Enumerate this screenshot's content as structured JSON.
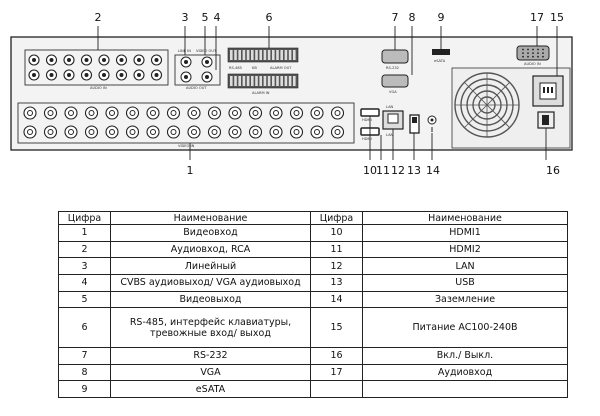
{
  "callouts": [
    "1",
    "2",
    "3",
    "4",
    "5",
    "6",
    "7",
    "8",
    "9",
    "10",
    "11",
    "12",
    "13",
    "14",
    "15",
    "16",
    "17"
  ],
  "panel_labels": {
    "audio_in": "AUDIO IN",
    "video_in": "VIDEO IN",
    "line_in": "LINE IN",
    "video_out": "VIDEO OUT",
    "audio_out": "AUDIO OUT",
    "rs485": "RS-485",
    "kb": "KB",
    "alarm_out": "ALARM OUT",
    "alarm_in": "ALARM IN",
    "rs232": "RS-232",
    "vga": "VGA",
    "esata": "eSATA",
    "lan": "LAN",
    "hdmi": "HDMI",
    "audio_in_right": "AUDIO IN"
  },
  "table": {
    "headers": [
      "Цифра",
      "Наименование",
      "Цифра",
      "Наименование"
    ],
    "rows": [
      [
        "1",
        "Видеовход",
        "10",
        "HDMI1"
      ],
      [
        "2",
        "Аудиовход, RCA",
        "11",
        "HDMI2"
      ],
      [
        "3",
        "Линейный",
        "12",
        "LAN"
      ],
      [
        "4",
        "CVBS аудиовыход/ VGA аудиовыход",
        "13",
        "USB"
      ],
      [
        "5",
        "Видеовыход",
        "14",
        "Заземление"
      ],
      [
        "6",
        "RS-485, интерфейс клавиатуры,\nтревожные вход/ выход",
        "15",
        "Питание AC100-240В"
      ],
      [
        "7",
        "RS-232",
        "16",
        "Вкл./ Выкл."
      ],
      [
        "8",
        "VGA",
        "17",
        "Аудиовход"
      ],
      [
        "9",
        "eSATA",
        "",
        ""
      ]
    ]
  }
}
